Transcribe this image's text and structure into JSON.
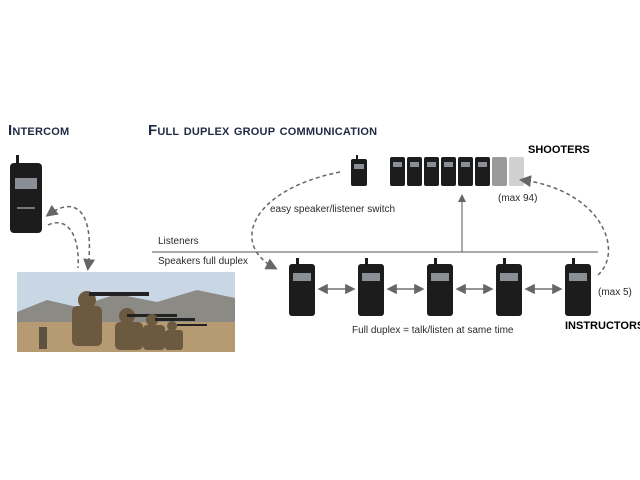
{
  "headings": {
    "intercom": "Intercom",
    "full_duplex": "Full duplex group communication"
  },
  "labels": {
    "shooters": "SHOOTERS",
    "max_shooters": "(max 94)",
    "easy_switch": "easy speaker/listener switch",
    "listeners": "Listeners",
    "speakers": "Speakers full duplex",
    "max_instructors": "(max 5)",
    "full_duplex_note": "Full duplex = talk/listen at same time",
    "instructors": "INSTRUCTORS"
  },
  "photo": {
    "description_icon": "soldiers-firing-range-photo"
  },
  "colors": {
    "heading": "#1f2a44",
    "device": "#1c1c1c",
    "screen": "#8a8f95",
    "arrow": "#666666",
    "sky": "#c9d6e3",
    "mountain": "#8c8a84",
    "ground": "#b59a72"
  }
}
